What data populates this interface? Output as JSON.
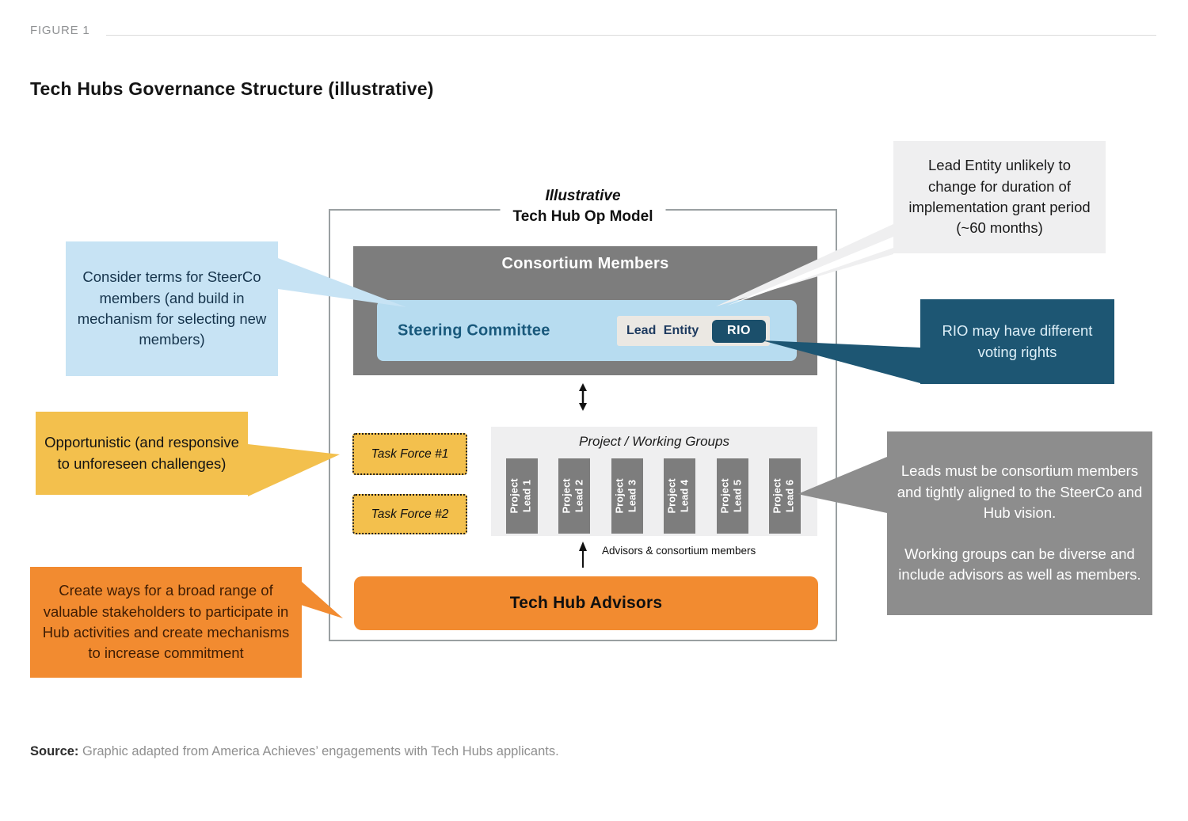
{
  "figure": {
    "label": "FIGURE 1",
    "title": "Tech Hubs Governance Structure (illustrative)"
  },
  "diagram": {
    "header_line1": "Illustrative",
    "header_line2": "Tech Hub Op Model",
    "consortium_label": "Consortium Members",
    "steering_label": "Steering Committee",
    "lead_entity_label": "Lead Entity",
    "rio_label": "RIO",
    "task_forces": [
      "Task Force #1",
      "Task Force #2"
    ],
    "working_groups_title": "Project / Working Groups",
    "project_leads": [
      {
        "line1": "Project",
        "line2": "Lead 1"
      },
      {
        "line1": "Project",
        "line2": "Lead 2"
      },
      {
        "line1": "Project",
        "line2": "Lead 3"
      },
      {
        "line1": "Project",
        "line2": "Lead 4"
      },
      {
        "line1": "Project",
        "line2": "Lead 5"
      },
      {
        "line1": "Project",
        "line2": "Lead 6"
      }
    ],
    "advisors_note": "Advisors & consortium members",
    "advisors_label": "Tech Hub Advisors"
  },
  "callouts": {
    "steerco": {
      "text": "Consider terms for SteerCo members (and build in mechanism for selecting new members)",
      "color": "#c7e3f4"
    },
    "lead_entity": {
      "text": "Lead Entity unlikely to change for duration of implementation grant period (~60 months)",
      "color": "#efeff0"
    },
    "rio": {
      "text": "RIO may have different voting rights",
      "color": "#1d5673"
    },
    "opportunistic": {
      "text": "Opportunistic (and responsive to unforeseen challenges)",
      "color": "#f3c04d"
    },
    "leads": {
      "text1": "Leads must be consortium members and tightly aligned to the SteerCo and Hub vision.",
      "text2": "Working groups can be diverse and include advisors as well as members.",
      "color": "#8d8d8d"
    },
    "stakeholders": {
      "text": "Create ways for a broad range of valuable stakeholders to participate in Hub activities and create mechanisms to increase commitment",
      "color": "#f28b30"
    }
  },
  "source": {
    "label": "Source:",
    "text": "Graphic adapted from America Achieves’ engagements with Tech Hubs applicants."
  },
  "colors": {
    "gray_box": "#7d7d7d",
    "light_gray": "#efeff0",
    "steering_blue": "#b7dcf0",
    "callout_blue": "#c7e3f4",
    "teal_dark": "#1d5673",
    "rio_button": "#1b4f6b",
    "yellow": "#f3c04d",
    "orange": "#f28b30",
    "callout_gray": "#8d8d8d"
  }
}
